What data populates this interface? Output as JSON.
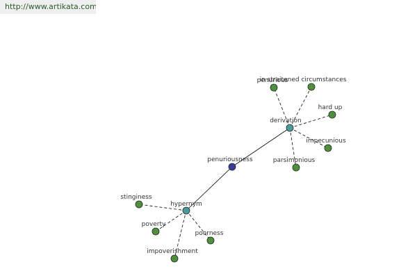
{
  "banner": {
    "url_text": "http://www.artikata.com"
  },
  "colors": {
    "center_node": "#3b3b9c",
    "hub_node": "#4d9a9e",
    "leaf_node": "#4f8f3e",
    "edge": "#000000",
    "label": "#333333",
    "banner_bg": "#efefef",
    "banner_text": "#2a5a2a"
  },
  "graph": {
    "nodes": [
      {
        "id": "penuriousness",
        "label": "penuriousness",
        "kind": "center"
      },
      {
        "id": "derivation",
        "label": "derivation",
        "kind": "hub"
      },
      {
        "id": "hypernym",
        "label": "hypernym",
        "kind": "hub"
      },
      {
        "id": "penurious",
        "label": "penurious",
        "kind": "leaf"
      },
      {
        "id": "straitened",
        "label": "in straitened circumstances",
        "kind": "leaf"
      },
      {
        "id": "hardup",
        "label": "hard up",
        "kind": "leaf"
      },
      {
        "id": "impecunious",
        "label": "impecunious",
        "kind": "leaf"
      },
      {
        "id": "parsimonious",
        "label": "parsimonious",
        "kind": "leaf"
      },
      {
        "id": "stinginess",
        "label": "stinginess",
        "kind": "leaf"
      },
      {
        "id": "poverty",
        "label": "poverty",
        "kind": "leaf"
      },
      {
        "id": "poorness",
        "label": "poorness",
        "kind": "leaf"
      },
      {
        "id": "impoverishment",
        "label": "impoverishment",
        "kind": "leaf"
      }
    ],
    "edges": [
      {
        "from": "penuriousness",
        "to": "derivation",
        "style": "solid"
      },
      {
        "from": "penuriousness",
        "to": "hypernym",
        "style": "solid"
      },
      {
        "from": "derivation",
        "to": "penurious",
        "style": "dashed"
      },
      {
        "from": "derivation",
        "to": "straitened",
        "style": "dashed"
      },
      {
        "from": "derivation",
        "to": "hardup",
        "style": "dashed"
      },
      {
        "from": "derivation",
        "to": "impecunious",
        "style": "dashed"
      },
      {
        "from": "derivation",
        "to": "parsimonious",
        "style": "dashed"
      },
      {
        "from": "hypernym",
        "to": "stinginess",
        "style": "dashed"
      },
      {
        "from": "hypernym",
        "to": "poverty",
        "style": "dashed"
      },
      {
        "from": "hypernym",
        "to": "poorness",
        "style": "dashed"
      },
      {
        "from": "hypernym",
        "to": "impoverishment",
        "style": "dashed"
      }
    ]
  }
}
